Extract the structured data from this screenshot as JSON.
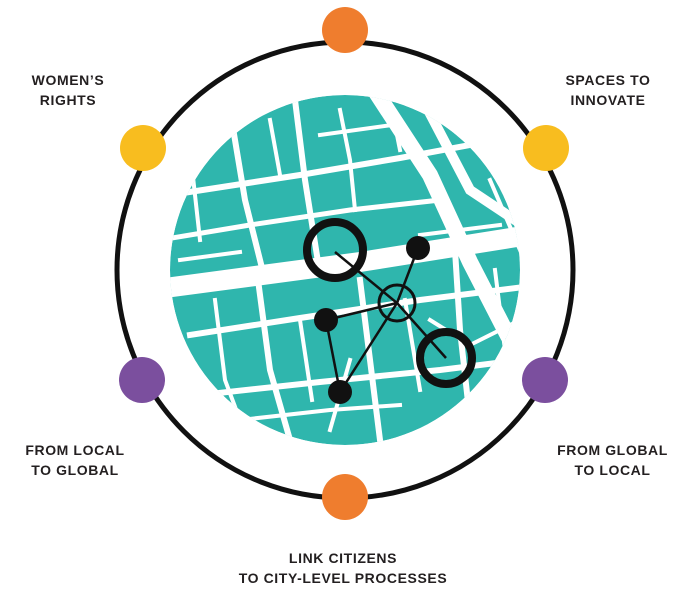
{
  "labels": {
    "women_rights": [
      "WOMEN’S",
      "RIGHTS"
    ],
    "spaces": [
      "SPACES TO",
      "INNOVATE"
    ],
    "local_global": [
      "FROM LOCAL",
      "TO GLOBAL"
    ],
    "global_local": [
      "FROM GLOBAL",
      "TO LOCAL"
    ],
    "link_citizens": [
      "LINK CITIZENS",
      "TO CITY-LEVEL PROCESSES"
    ]
  },
  "colors": {
    "ring": "#111111",
    "map_fill": "#2fb6ad",
    "streets": "#ffffff",
    "node_orange": "#ef7d2e",
    "node_yellow": "#f8bd1f",
    "node_purple": "#7b4f9e",
    "network": "#111111"
  }
}
